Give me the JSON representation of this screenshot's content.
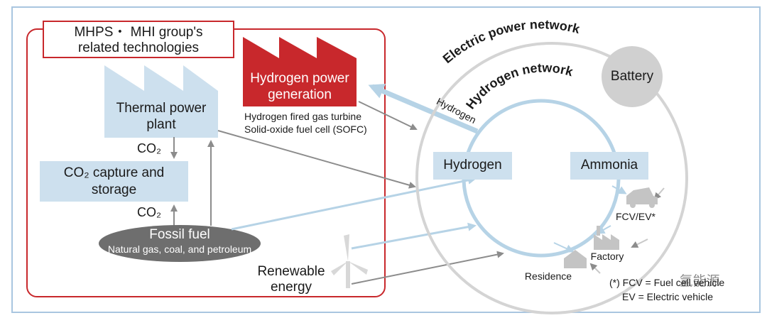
{
  "group_box": {
    "title_line1": "MHPS・ MHI group's",
    "title_line2": "related technologies"
  },
  "thermal_plant": {
    "line1": "Thermal power",
    "line2": "plant"
  },
  "co2_top": "CO₂",
  "co2_capture": {
    "line1": "CO₂ capture and",
    "line2": "storage"
  },
  "co2_bottom": "CO₂",
  "fossil_fuel": {
    "title": "Fossil fuel",
    "subtitle": "Natural gas, coal, and petroleum"
  },
  "hydrogen_power": {
    "line1": "Hydrogen power",
    "line2": "generation",
    "desc1": "Hydrogen fired gas turbine",
    "desc2": "Solid-oxide fuel cell (SOFC)"
  },
  "renewable": {
    "line1": "Renewable",
    "line2": "energy"
  },
  "electric_network": "Electric power network",
  "hydrogen_network": "Hydrogen network",
  "battery": "Battery",
  "hydrogen_arrow_label": "Hydrogen",
  "hydrogen_node": "Hydrogen",
  "ammonia_node": "Ammonia",
  "fcv_ev": "FCV/EV*",
  "factory": "Factory",
  "residence": "Residence",
  "footnote": {
    "line1": "(*) FCV = Fuel cell vehicle",
    "line2": "EV = Electric vehicle"
  },
  "watermark": "氢能源",
  "colors": {
    "red": "#c8282c",
    "light_blue": "#cde0ee",
    "arrow_blue": "#b6d3e6",
    "grey": "#9a9a9a",
    "ellipse": "#6e6e6e",
    "battery": "#d0d0d0"
  }
}
